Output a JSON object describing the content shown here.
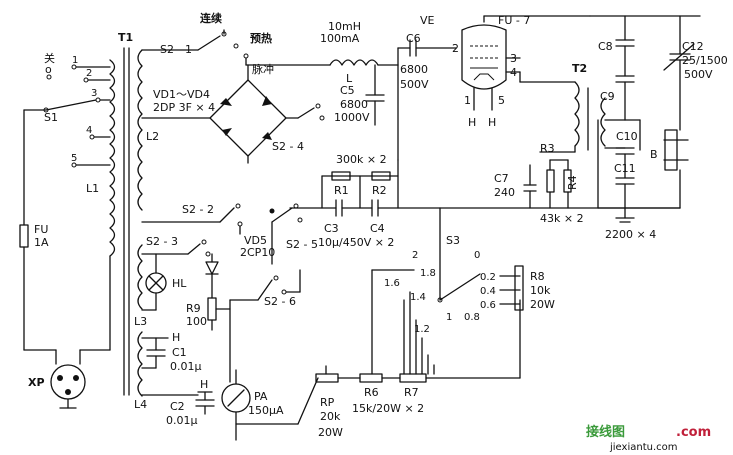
{
  "labels": {
    "T1": "T1",
    "S2_1": "S2 - 1",
    "continuous": "连续",
    "preheat": "预热",
    "pulse": "脉冲",
    "power_off": "关",
    "power_o": "o",
    "tap1": "1",
    "tap2": "2",
    "tap3": "3",
    "tap4": "4",
    "tap5": "5",
    "S1": "S1",
    "L1": "L1",
    "L2": "L2",
    "L3": "L3",
    "L4": "L4",
    "FU": "FU",
    "FU_rating": "1A",
    "XP": "XP",
    "VD1_4": "VD1～VD4",
    "VD1_4_part": "2DP 3F × 4",
    "L": "L",
    "L_val1": "10mH",
    "L_val2": "100mA",
    "C5": "C5",
    "C5_v1": "6800",
    "C5_v2": "1000V",
    "C6": "C6",
    "C6_v1": "6800",
    "C6_v2": "500V",
    "VE": "VE",
    "FU7": "FU - 7",
    "pin1": "1",
    "pin2": "2",
    "pin3": "3",
    "pin4": "4",
    "pin5": "5",
    "H1": "H",
    "H2": "H",
    "T2": "T2",
    "C7": "C7",
    "C7_v": "240",
    "R3": "R3",
    "R4": "R4",
    "R34_v": "43k × 2",
    "C8": "C8",
    "C9": "C9",
    "C10": "C10",
    "C11": "C11",
    "C_group": "2200 × 4",
    "C12": "C12",
    "C12_v1": "25/1500",
    "C12_v2": "500V",
    "B": "B",
    "S2_4": "S2 - 4",
    "S2_2": "S2 - 2",
    "S2_3": "S2 - 3",
    "S2_5": "S2 - 5",
    "S2_6": "S2 - 6",
    "R12_v": "300k × 2",
    "R1": "R1",
    "R2": "R2",
    "C3": "C3",
    "C4": "C4",
    "C34_v": "10μ/450V × 2",
    "HL": "HL",
    "VD5": "VD5",
    "VD5_part": "2CP10",
    "R9": "R9",
    "R9_v": "100",
    "H3": "H",
    "H4": "H",
    "C1": "C1",
    "C1_v": "0.01μ",
    "C2": "C2",
    "C2_v": "0.01μ",
    "PA": "PA",
    "PA_v": "150μA",
    "RP": "RP",
    "RP_v1": "20k",
    "RP_v2": "20W",
    "R6": "R6",
    "R7": "R7",
    "R67_v": "15k/20W × 2",
    "S3": "S3",
    "s3_0": "0",
    "s3_02": "0.2",
    "s3_04": "0.4",
    "s3_06": "0.6",
    "s3_08": "0.8",
    "s3_1": "1",
    "s3_12": "1.2",
    "s3_14": "1.4",
    "s3_16": "1.6",
    "s3_18": "1.8",
    "s3_2": "2",
    "R8": "R8",
    "R8_v1": "10k",
    "R8_v2": "20W",
    "watermark_cn": "接线图",
    "watermark_url": "jiexiantu.com",
    "watermark_domain": ".com"
  },
  "colors": {
    "ink": "#111111",
    "wm_red": "#c0203a",
    "wm_green": "#3a9a3a"
  }
}
